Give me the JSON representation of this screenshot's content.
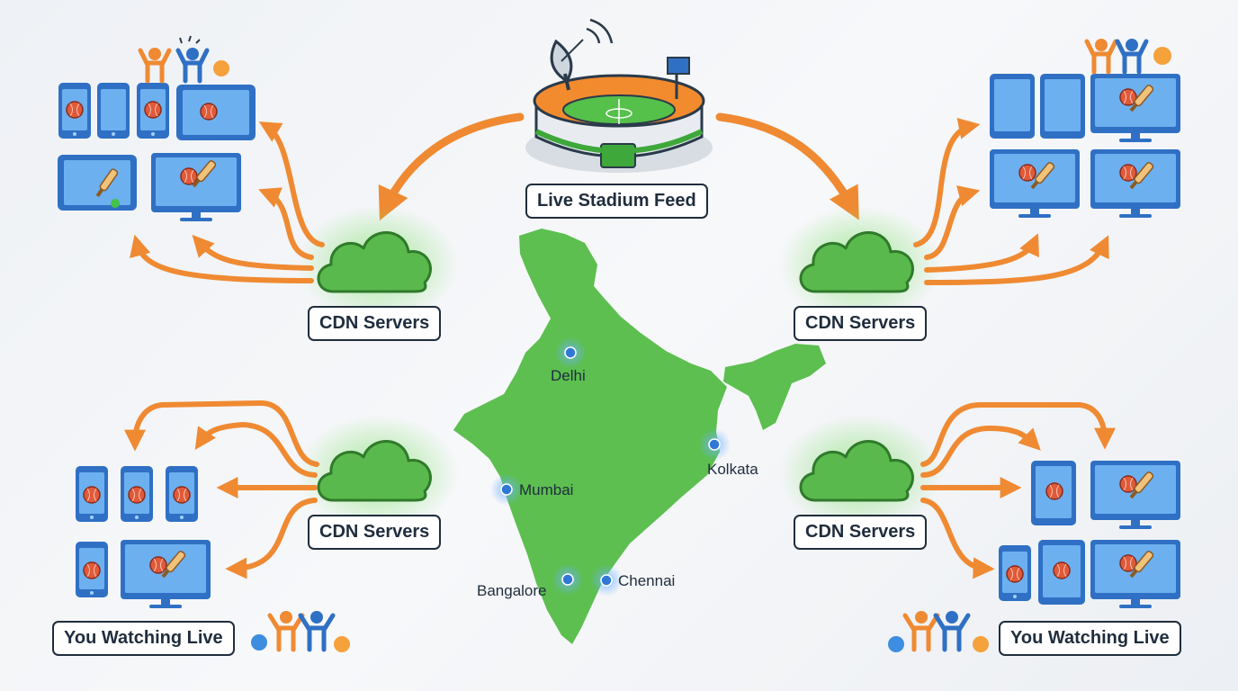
{
  "stadium": {
    "label": "Live Stadium Feed"
  },
  "cdn": {
    "top_left": "CDN Servers",
    "top_right": "CDN Servers",
    "bottom_left": "CDN Servers",
    "bottom_right": "CDN Servers"
  },
  "viewers": {
    "bottom_left": "You Watching Live",
    "bottom_right": "You Watching Live"
  },
  "map": {
    "cities": [
      "Delhi",
      "Mumbai",
      "Kolkata",
      "Bangalore",
      "Chennai"
    ]
  },
  "colors": {
    "map_green": "#5cbf4f",
    "cdn_green": "#5ab94c",
    "arrow_orange": "#ef8a32",
    "device_blue": "#3d8de0",
    "city_dot": "#2f78d6"
  }
}
